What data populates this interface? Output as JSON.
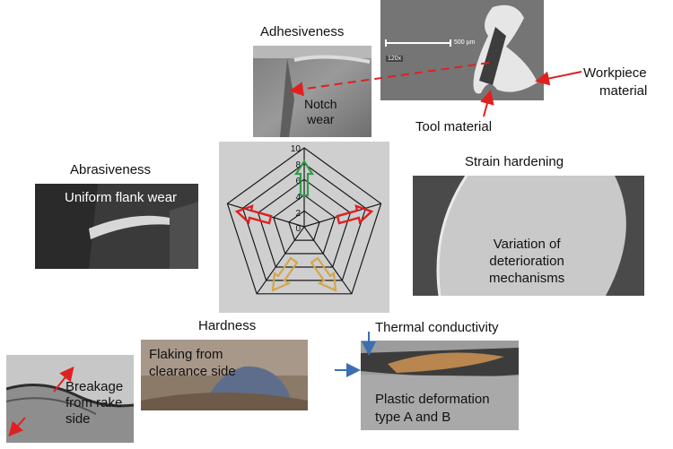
{
  "titles": {
    "adhesiveness": "Adhesiveness",
    "abrasiveness": "Abrasiveness",
    "strain_hardening": "Strain hardening",
    "hardness": "Hardness",
    "thermal_conductivity": "Thermal conductivity"
  },
  "labels": {
    "notch_wear_line1": "Notch",
    "notch_wear_line2": "wear",
    "workpiece_material_line1": "Workpiece",
    "workpiece_material_line2": "material",
    "tool_material": "Tool material",
    "uniform_flank_wear": "Uniform flank wear",
    "variation_line1": "Variation of",
    "variation_line2": "deterioration",
    "variation_line3": "mechanisms",
    "breakage_line1": "Breakage",
    "breakage_line2": "from rake",
    "breakage_line3": "side",
    "flaking_line1": "Flaking from",
    "flaking_line2": "clearance side",
    "plastic_line1": "Plastic deformation",
    "plastic_line2": "type A and B"
  },
  "micrograph": {
    "scale_bar": "500 µm",
    "magnification": "120x"
  },
  "radar": {
    "ticks": [
      "10",
      "8",
      "6",
      "4",
      "2",
      "0"
    ]
  },
  "colors": {
    "radar_background": "#cfcfcf",
    "green_arrow": "#2e9e4a",
    "red_arrow": "#e02020",
    "gold_arrow": "#d3a64a",
    "blue_arrow": "#3b6fb0",
    "dashed_red": "#e02020"
  }
}
